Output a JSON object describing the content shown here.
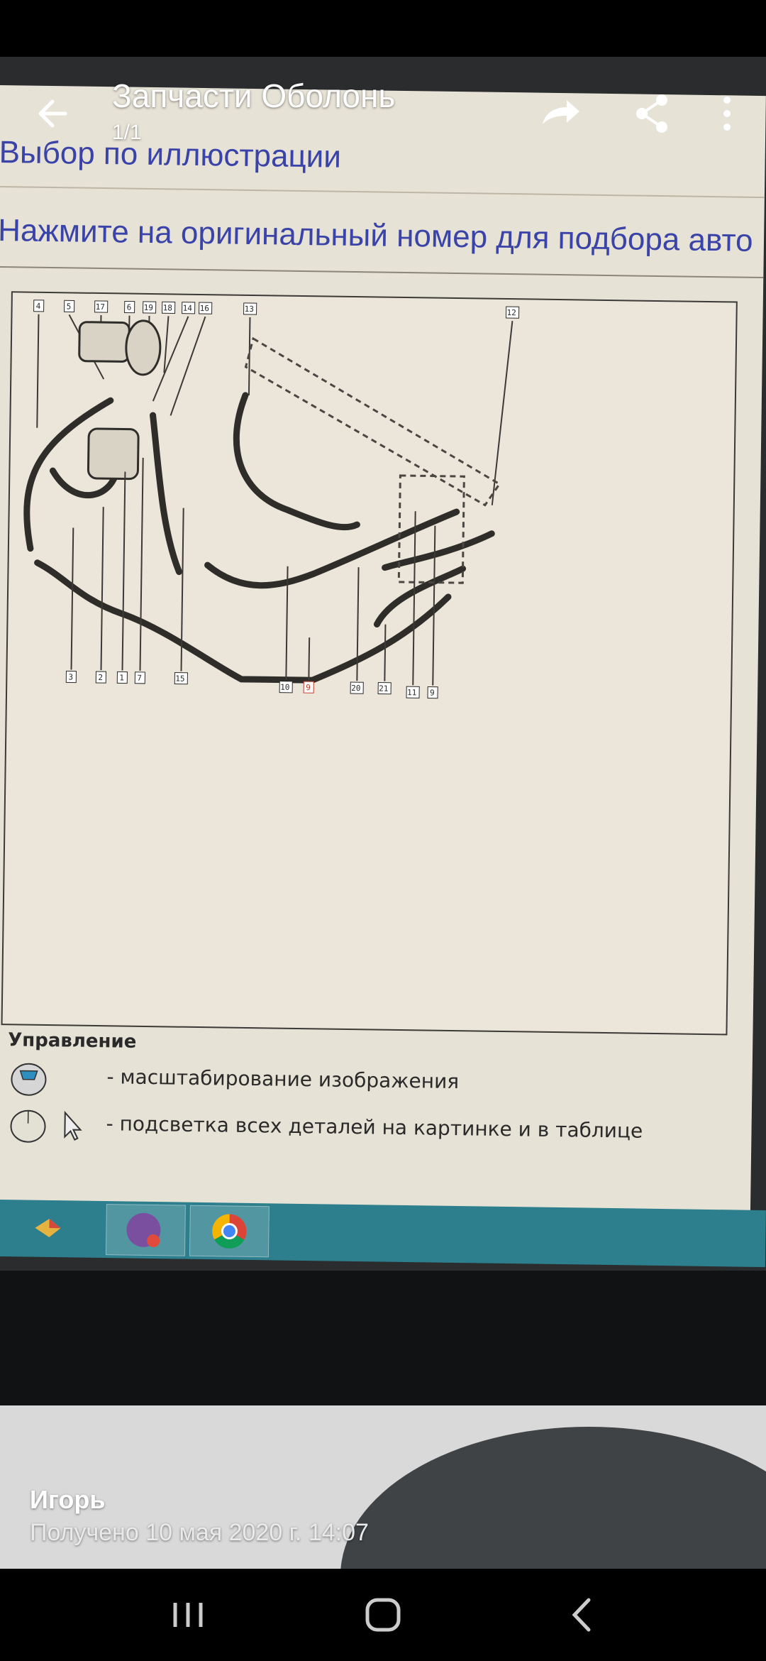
{
  "app": {
    "title": "Запчасти Оболонь",
    "counter": "1/1",
    "sender": "Игорь",
    "received": "Получено 10 мая 2020 г. 14:07"
  },
  "screen": {
    "heading": "Выбор по иллюстрации",
    "subheading": "Нажмите на оригинальный номер для подбора авто",
    "controls_title": "Управление",
    "controls": [
      {
        "icon": "zoom-mouse-icon",
        "text": "- масштабирование изображения"
      },
      {
        "icon": "mouse-cursor-icon",
        "text": "- подсветка всех деталей на картинке и в таблице"
      }
    ],
    "callouts_top": [
      "4",
      "5",
      "17",
      "6",
      "19",
      "18",
      "14",
      "16",
      "13",
      "12"
    ],
    "callouts_bottom": [
      "3",
      "2",
      "1",
      "7",
      "15",
      "10",
      "9",
      "20",
      "21",
      "11",
      "9"
    ]
  },
  "colors": {
    "accent_text": "#3a43a8",
    "taskbar": "#2d7f8d"
  }
}
